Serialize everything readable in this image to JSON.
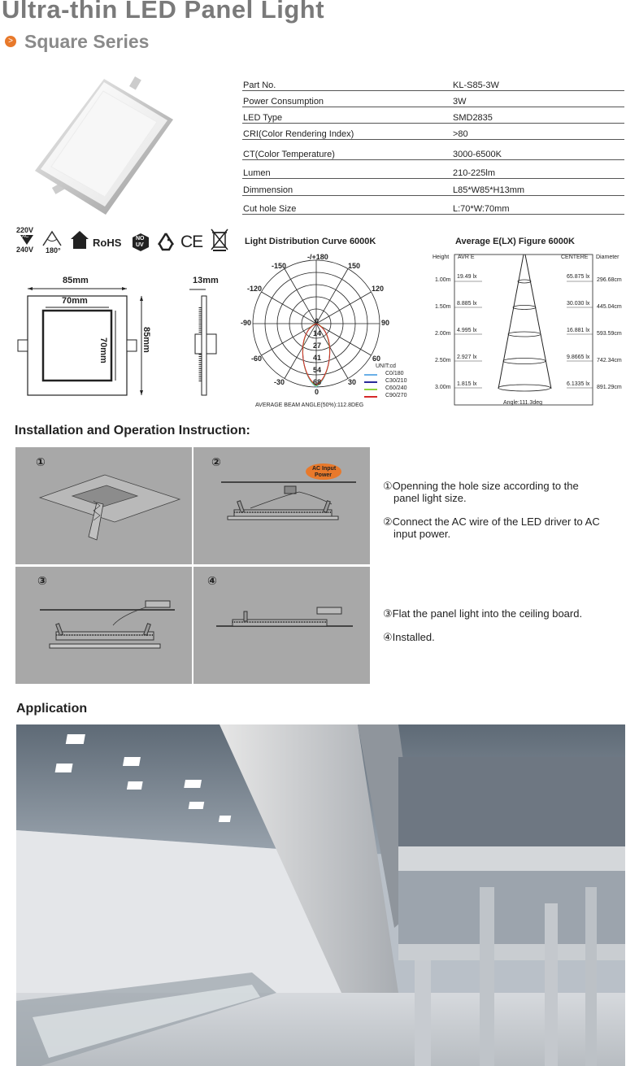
{
  "header": {
    "title": "Ultra-thin LED Panel Light",
    "series_bullet": ">",
    "series": "Square Series"
  },
  "specs": [
    {
      "label": "Part No.",
      "value": "KL-S85-3W"
    },
    {
      "label": "Power Consumption",
      "value": "3W"
    },
    {
      "label": "LED Type",
      "value": "SMD2835"
    },
    {
      "label": "CRI(Color Rendering Index)",
      "value": ">80"
    },
    {
      "label": "CT(Color Temperature)",
      "value": "3000-6500K"
    },
    {
      "label": "Lumen",
      "value": "210-225lm"
    },
    {
      "label": "Dimmension",
      "value": "L85*W85*H13mm"
    },
    {
      "label": "Cut hole Size",
      "value": "L:70*W:70mm"
    }
  ],
  "certs": {
    "v220": "220V",
    "ac": "AC",
    "v240": "240V",
    "angle": "180°",
    "rohs": "RoHS",
    "no_uv_1": "NO",
    "no_uv_2": "UV",
    "ce": "CE"
  },
  "dimensions": {
    "width_outer": "85mm",
    "width_inner": "70mm",
    "height_inner": "70mm",
    "height_outer": "85mm",
    "thickness": "13mm"
  },
  "polar_chart": {
    "title": "Light Distribution Curve 6000K",
    "angle_labels": [
      "-/+180",
      "-150",
      "150",
      "-120",
      "120",
      "-90",
      "90",
      "-60",
      "60",
      "-30",
      "30",
      "0"
    ],
    "radial_labels": [
      "0",
      "14",
      "27",
      "41",
      "54",
      "68"
    ],
    "unit": "UNIT:cd",
    "legend": [
      {
        "name": "C0/180",
        "color": "#6ab0e8"
      },
      {
        "name": "C30/210",
        "color": "#2a2a9a"
      },
      {
        "name": "C60/240",
        "color": "#8fd43a"
      },
      {
        "name": "C90/270",
        "color": "#d62a2a"
      }
    ],
    "beam_angle": "AVERAGE BEAM ANGLE(50%):112.8DEG"
  },
  "chart_data": {
    "type": "table",
    "title": "Average E(LX) Figure 6000K",
    "headers": [
      "Height",
      "AVR E",
      "CENTERE",
      "Diameter"
    ],
    "rows": [
      {
        "height": "1.00m",
        "avr": "19.49 lx",
        "center": "65.875 lx",
        "diameter": "296.68cm"
      },
      {
        "height": "1.50m",
        "avr": "8.885 lx",
        "center": "30.030 lx",
        "diameter": "445.04cm"
      },
      {
        "height": "2.00m",
        "avr": "4.995 lx",
        "center": "16.881 lx",
        "diameter": "593.59cm"
      },
      {
        "height": "2.50m",
        "avr": "2.927 lx",
        "center": "9.8665 lx",
        "diameter": "742.34cm"
      },
      {
        "height": "3.00m",
        "avr": "1.815 lx",
        "center": "6.1335 lx",
        "diameter": "891.29cm"
      }
    ],
    "angle": "Angle:111.3deg"
  },
  "installation": {
    "title": "Installation and Operation Instruction:",
    "steps": [
      "①",
      "②",
      "③",
      "④"
    ],
    "ac_input_1": "AC Input",
    "ac_input_2": "Power",
    "texts": [
      {
        "line1": "①Openning the hole size according to the",
        "line2": "panel light size."
      },
      {
        "line1": "②Connect the AC wire of the LED driver to AC",
        "line2": "input power."
      },
      {
        "line1": "③Flat the panel light into the ceiling board.",
        "line2": ""
      },
      {
        "line1": "④Installed.",
        "line2": ""
      }
    ]
  },
  "application": {
    "title": "Application"
  }
}
